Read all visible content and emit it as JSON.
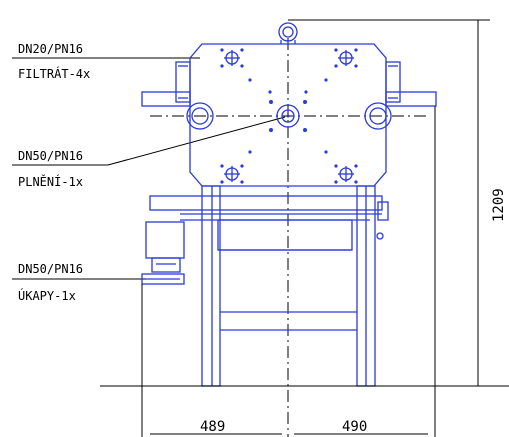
{
  "labels": {
    "filtrate_spec": "DN20/PN16",
    "filtrate_name": "FILTRÁT-4x",
    "filling_spec": "DN50/PN16",
    "filling_name": "PLNĚNÍ-1x",
    "drip_spec": "DN50/PN16",
    "drip_name": "ÚKAPY-1x"
  },
  "dimensions": {
    "height": "1209",
    "left_width": "489",
    "right_width": "490"
  },
  "colors": {
    "machine": "#2a3ad8",
    "annotation": "#000000"
  }
}
